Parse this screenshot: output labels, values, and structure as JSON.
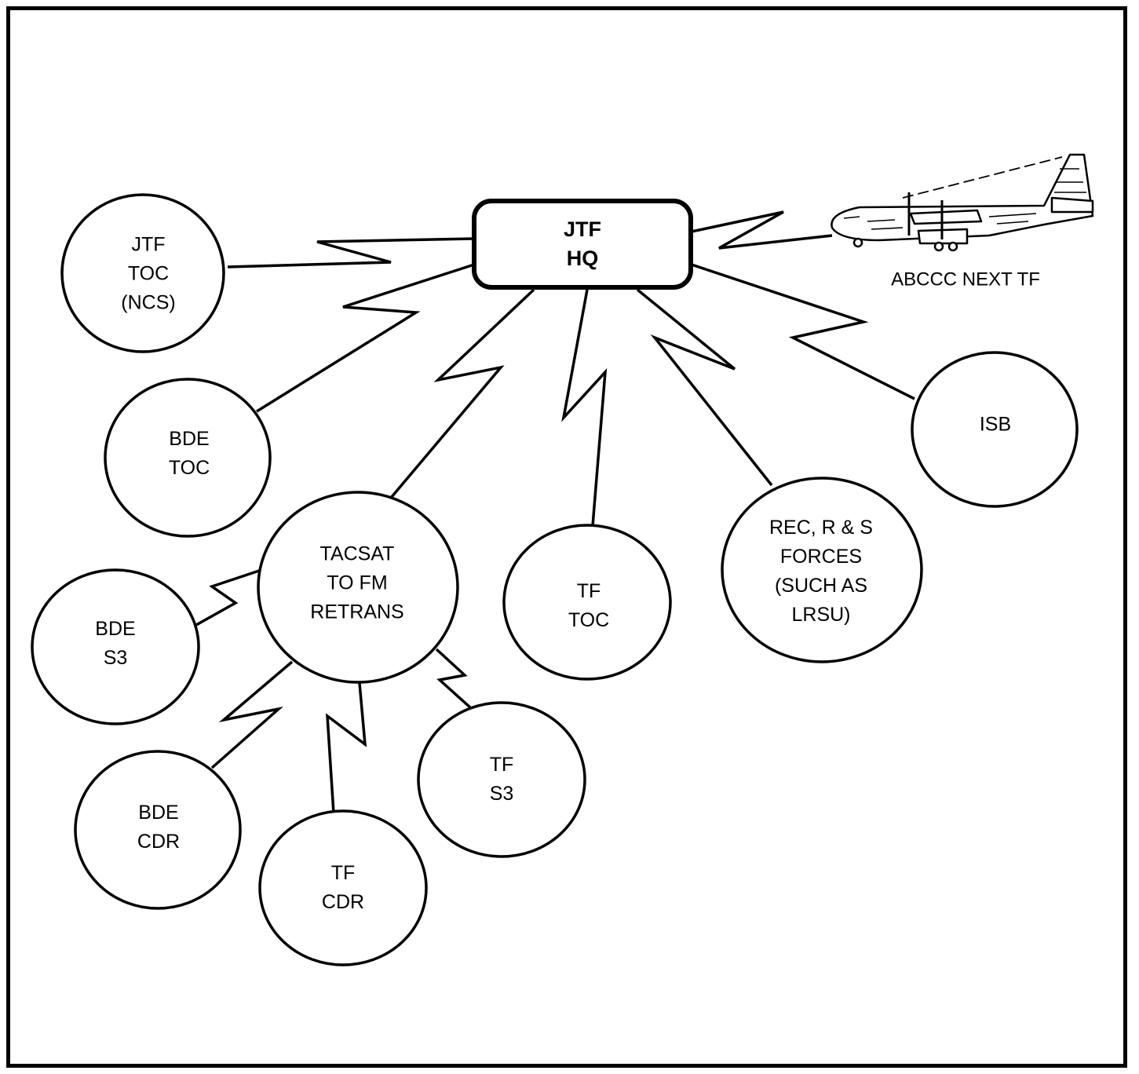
{
  "hub": {
    "line1": "JTF",
    "line2": "HQ"
  },
  "nodes": {
    "jtf_toc": [
      "JTF",
      "TOC",
      "(NCS)"
    ],
    "bde_toc": [
      "BDE",
      "TOC"
    ],
    "tacsat": [
      "TACSAT",
      "TO FM",
      "RETRANS"
    ],
    "tf_toc": [
      "TF",
      "TOC"
    ],
    "rec_forces": [
      "REC, R & S",
      "FORCES",
      "(SUCH AS",
      "LRSU)"
    ],
    "isb": [
      "ISB"
    ],
    "bde_s3": [
      "BDE",
      "S3"
    ],
    "bde_cdr": [
      "BDE",
      "CDR"
    ],
    "tf_cdr": [
      "TF",
      "CDR"
    ],
    "tf_s3": [
      "TF",
      "S3"
    ]
  },
  "aircraft": {
    "caption": "ABCCC NEXT TF",
    "icon": "c130-aircraft-icon"
  }
}
